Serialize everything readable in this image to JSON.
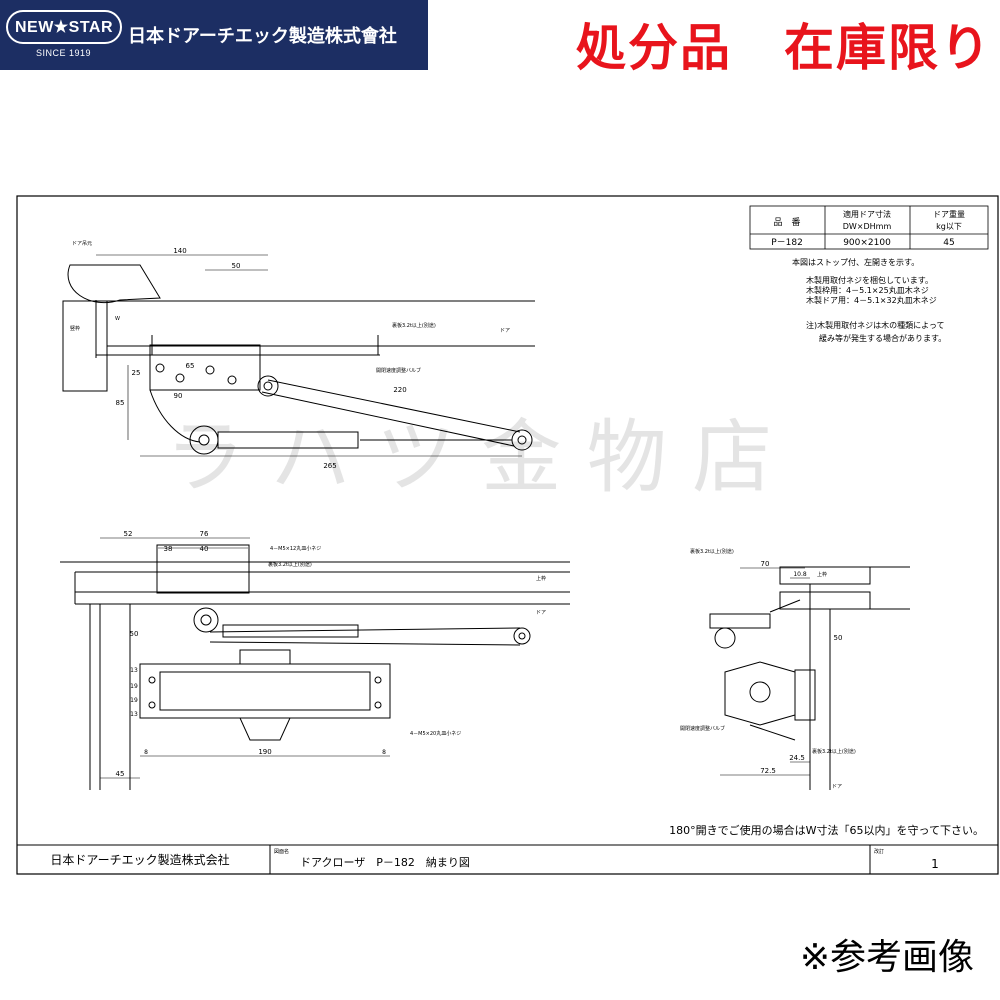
{
  "banner": {
    "logo_text": "NEW★STAR",
    "since_text": "SINCE 1919",
    "company_name": "日本ドアーチエック製造株式會社"
  },
  "sale_label": "処分品　在庫限り",
  "reference_note": "※参考画像",
  "watermark": "ラ ハ ツ 金 物 店",
  "spec_table": {
    "headers": [
      "品　番",
      "適用ドア寸法\nDW×DHmm",
      "ドア重量\nkg以下"
    ],
    "row": [
      "P－182",
      "900×2100",
      "45"
    ]
  },
  "notes": [
    "本図はストップ付、左開きを示す。",
    "木製用取付ネジを梱包しています。",
    "木製枠用：4－5.1×25丸皿木ネジ",
    "木製ドア用：4－5.1×32丸皿木ネジ",
    "注)木製用取付ネジは木の種類によって",
    "緩み等が発生する場合があります。"
  ],
  "footnote": "180°開きでご使用の場合はW寸法「65以内」を守って下さい。",
  "title_block": {
    "company": "日本ドアーチエック製造株式会社",
    "drawing_label": "図面名",
    "drawing_name": "ドアクローザ　P－182　納まり図",
    "revision_label": "改訂",
    "revision_value": "1"
  },
  "dimensions": {
    "top_view": [
      "140",
      "50",
      "25",
      "85",
      "90",
      "65",
      "220",
      "265"
    ],
    "front_view": [
      "52",
      "76",
      "38",
      "40",
      "50",
      "13",
      "19",
      "19",
      "13",
      "190",
      "8",
      "8",
      "45"
    ],
    "side_view": [
      "70",
      "10.8",
      "50",
      "24.5",
      "72.5"
    ]
  },
  "labels": {
    "top": [
      "ドア吊元",
      "竪枠",
      "W",
      "ドア",
      "裏板3.2t以上(別途)",
      "開閉速度調整バルブ"
    ],
    "front": [
      "4－M5×12丸皿小ネジ",
      "裏板3.2t以上(別途)",
      "上枠",
      "ドア",
      "4－M5×20丸皿小ネジ"
    ],
    "side": [
      "裏板3.2t以上(別途)",
      "上枠",
      "開閉速度調整バルブ",
      "裏板3.2t以上(別途)",
      "ドア"
    ]
  }
}
